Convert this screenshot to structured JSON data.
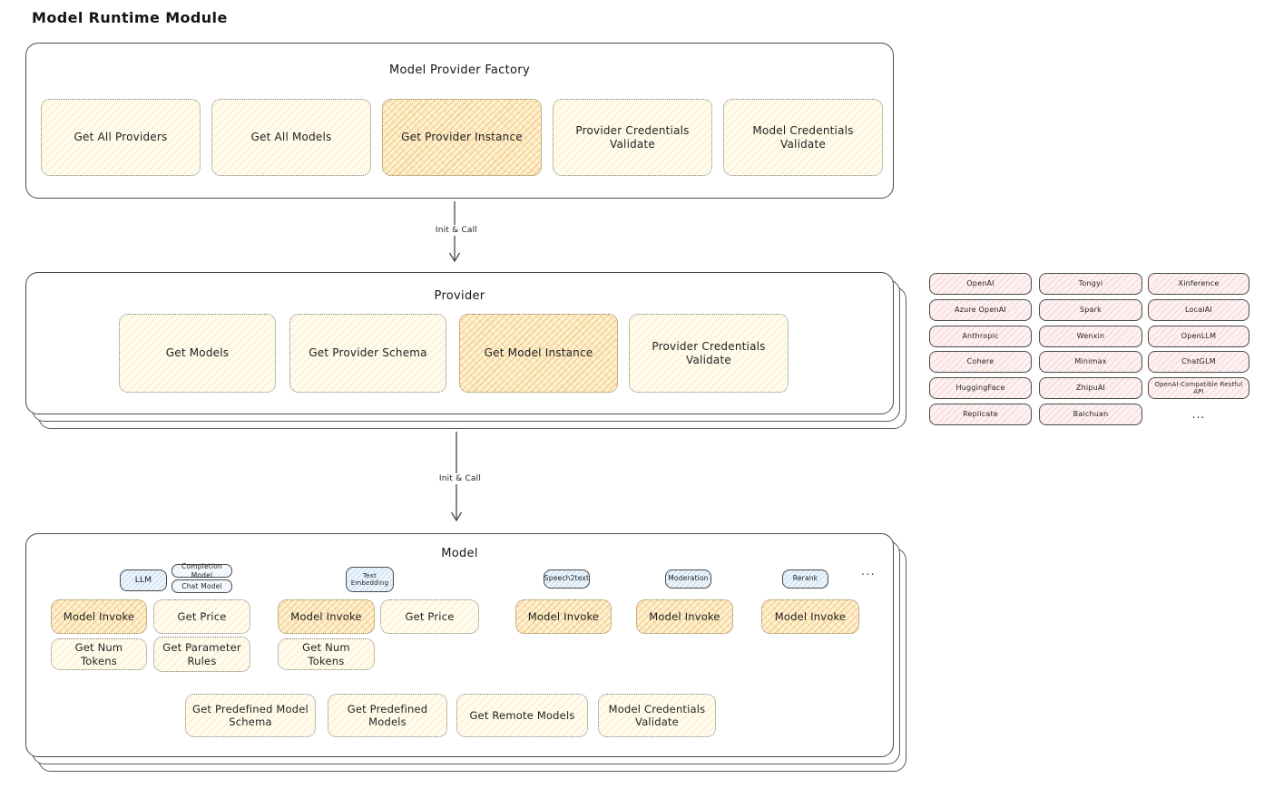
{
  "title": "Model Runtime Module",
  "arrows": [
    {
      "label": "Init & Call"
    },
    {
      "label": "Init & Call"
    }
  ],
  "factory": {
    "title": "Model Provider Factory",
    "buttons": [
      {
        "label": "Get All Providers",
        "highlight": false
      },
      {
        "label": "Get All Models",
        "highlight": false
      },
      {
        "label": "Get Provider Instance",
        "highlight": true
      },
      {
        "label": "Provider Credentials Validate",
        "highlight": false
      },
      {
        "label": "Model Credentials Validate",
        "highlight": false
      }
    ]
  },
  "provider": {
    "title": "Provider",
    "buttons": [
      {
        "label": "Get Models",
        "highlight": false
      },
      {
        "label": "Get Provider Schema",
        "highlight": false
      },
      {
        "label": "Get Model Instance",
        "highlight": true
      },
      {
        "label": "Provider Credentials Validate",
        "highlight": false
      }
    ]
  },
  "providers_grid": {
    "ellipsis": "...",
    "columns": [
      [
        "OpenAI",
        "Azure OpenAI",
        "Anthropic",
        "Cohere",
        "HuggingFace",
        "Replicate"
      ],
      [
        "Tongyi",
        "Spark",
        "Wenxin",
        "Minimax",
        "ZhipuAI",
        "Baichuan"
      ],
      [
        "Xinference",
        "LocalAI",
        "OpenLLM",
        "ChatGLM",
        "OpenAI-Compatible Restful API",
        "..."
      ]
    ]
  },
  "model": {
    "title": "Model",
    "ellipsis": "...",
    "groups": [
      {
        "tag": "LLM",
        "subtags": [
          "Completion Model",
          "Chat Model"
        ],
        "buttons": [
          {
            "label": "Model Invoke",
            "highlight": true
          },
          {
            "label": "Get Price",
            "highlight": false
          },
          {
            "label": "Get Num Tokens",
            "highlight": false
          },
          {
            "label": "Get Parameter Rules",
            "highlight": false
          }
        ]
      },
      {
        "tag": "Text Embedding",
        "subtags": [],
        "buttons": [
          {
            "label": "Model Invoke",
            "highlight": true
          },
          {
            "label": "Get Price",
            "highlight": false
          },
          {
            "label": "Get Num Tokens",
            "highlight": false
          }
        ]
      },
      {
        "tag": "Speech2text",
        "subtags": [],
        "buttons": [
          {
            "label": "Model Invoke",
            "highlight": true
          }
        ]
      },
      {
        "tag": "Moderation",
        "subtags": [],
        "buttons": [
          {
            "label": "Model Invoke",
            "highlight": true
          }
        ]
      },
      {
        "tag": "Rerank",
        "subtags": [],
        "buttons": [
          {
            "label": "Model Invoke",
            "highlight": true
          }
        ]
      }
    ],
    "bottom_buttons": [
      {
        "label": "Get Predefined Model Schema"
      },
      {
        "label": "Get Predefined Models"
      },
      {
        "label": "Get Remote Models"
      },
      {
        "label": "Model Credentials Validate"
      }
    ]
  },
  "colors": {
    "node_yellow_fill": "#FFFBEC",
    "node_yellow_hatch": "#F4D378",
    "node_highlight_fill": "#FCF1D7",
    "node_highlight_hatch": "#F3B549",
    "provider_pink_fill": "#FDF1F1",
    "provider_pink_hatch": "#EEA0A0",
    "tag_blue_fill": "#EDF5FC",
    "tag_blue_hatch": "#82B4E1",
    "stroke_dark": "#474747",
    "text": "#1F1F1F"
  }
}
